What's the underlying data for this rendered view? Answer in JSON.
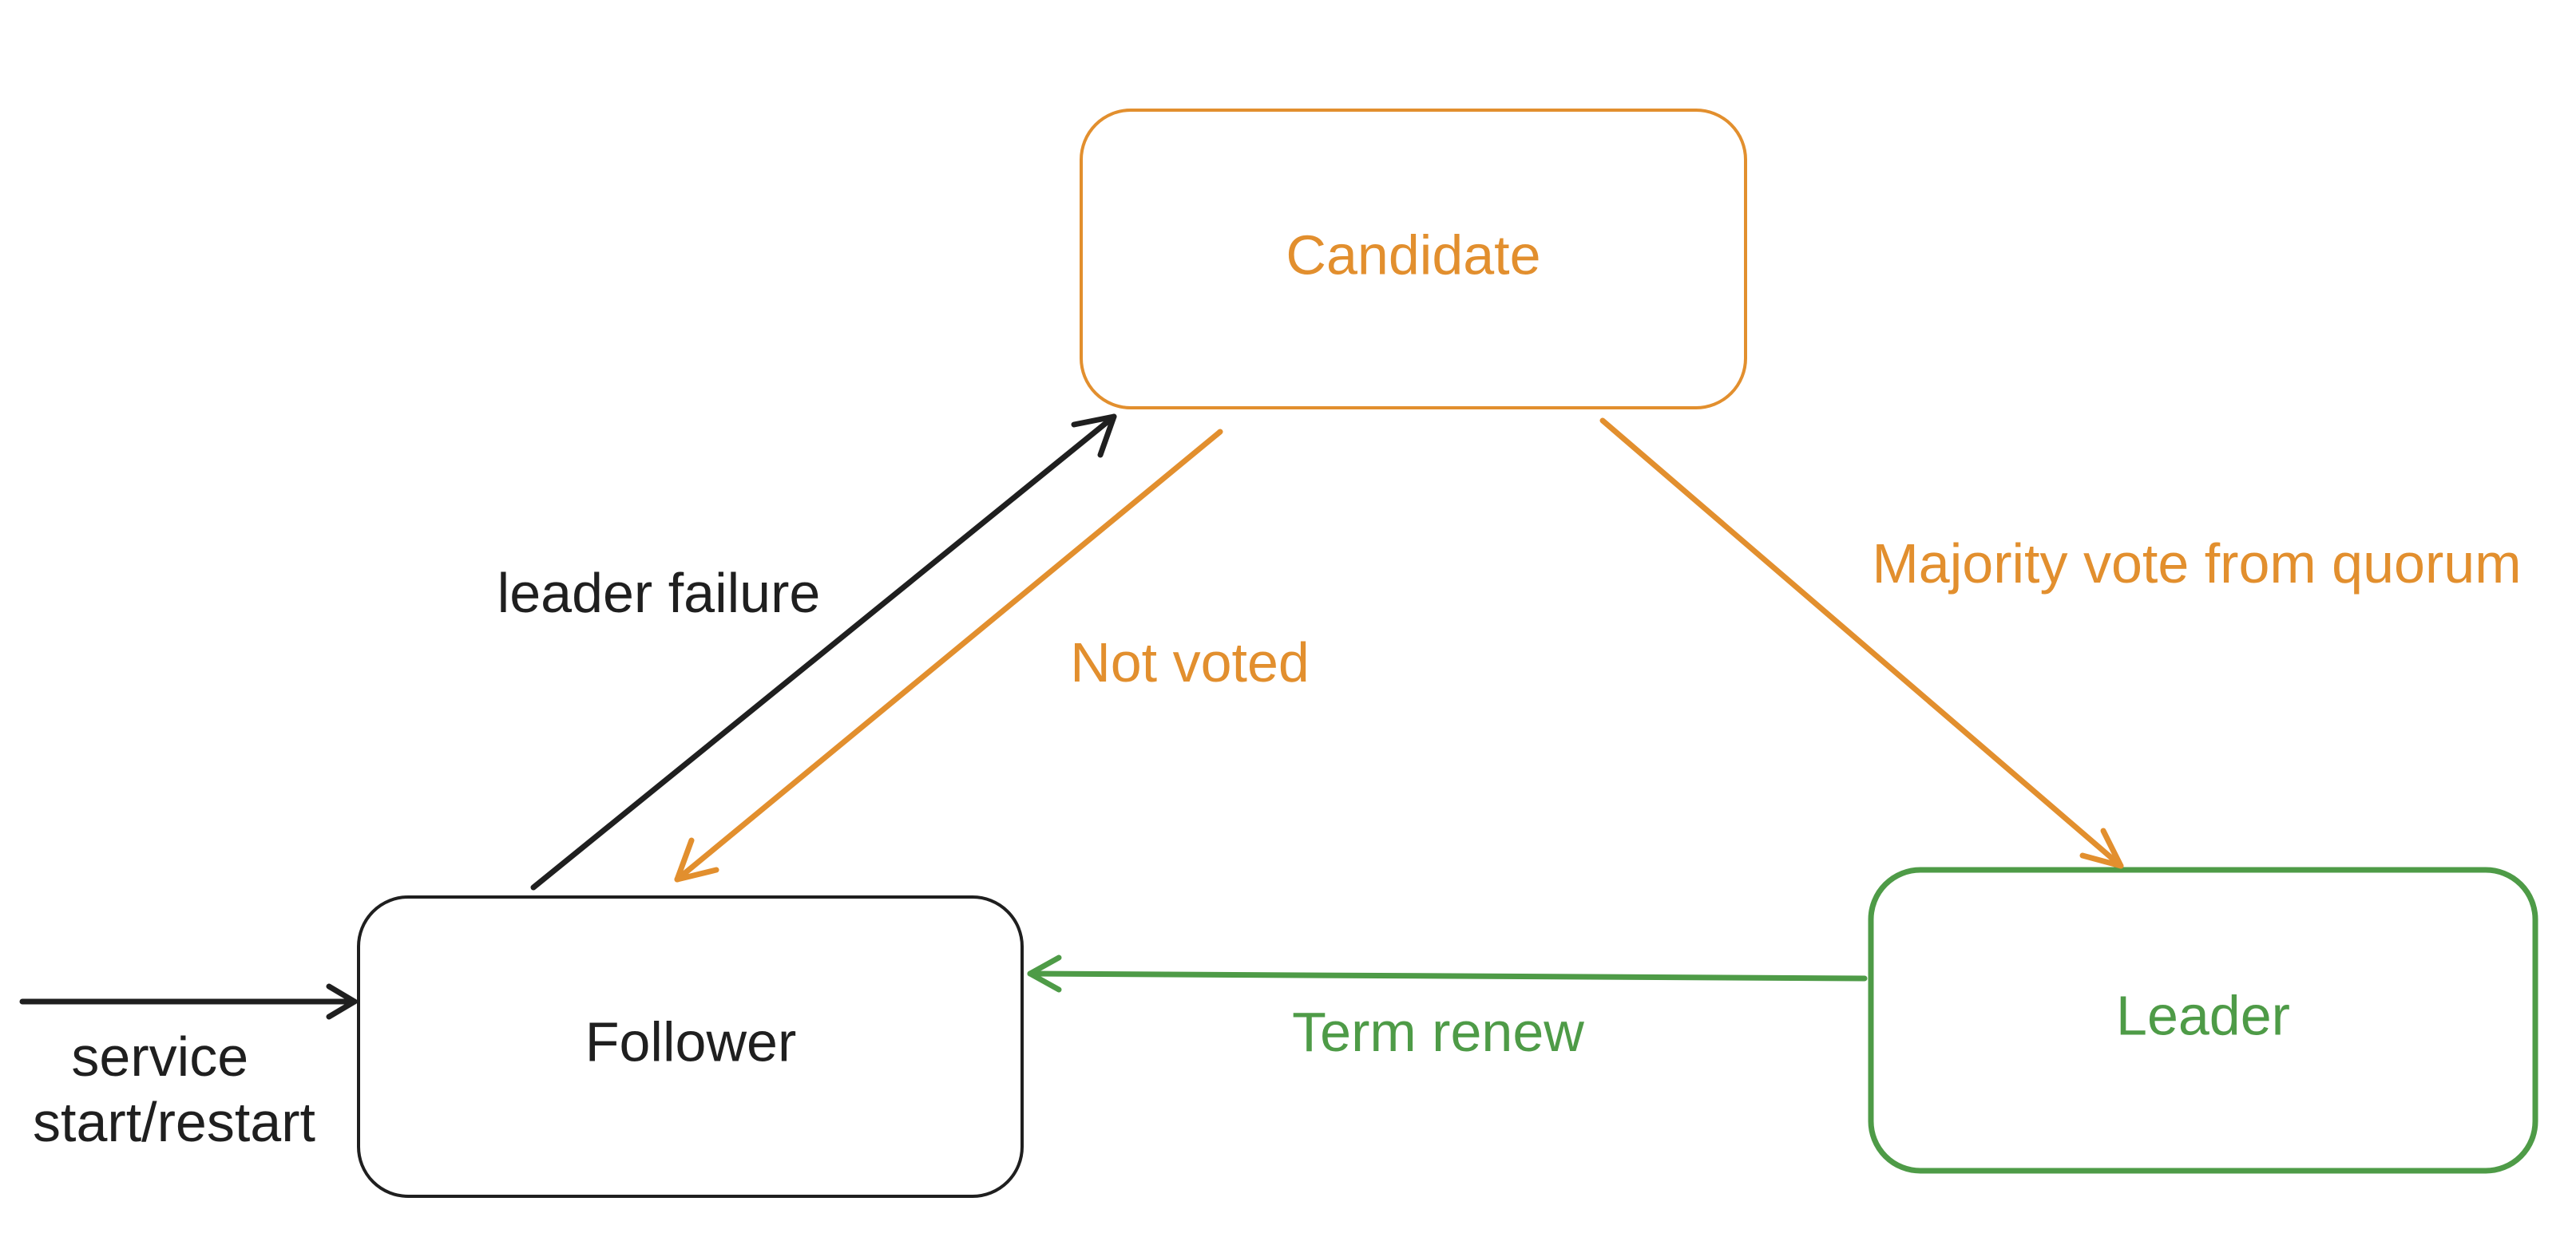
{
  "colors": {
    "candidate": "#E28F2E",
    "leader": "#4E9B47",
    "follower": "#1F1F1F",
    "background": "#FFFFFF"
  },
  "nodes": {
    "candidate": {
      "label": "Candidate"
    },
    "follower": {
      "label": "Follower"
    },
    "leader": {
      "label": "Leader"
    }
  },
  "edges": {
    "leader_failure": {
      "label": "leader failure"
    },
    "not_voted": {
      "label": "Not voted"
    },
    "majority_vote": {
      "label": "Majority vote from quorum"
    },
    "term_renew": {
      "label": "Term renew"
    },
    "service_start": {
      "label_line1": "service",
      "label_line2": "start/restart"
    }
  }
}
